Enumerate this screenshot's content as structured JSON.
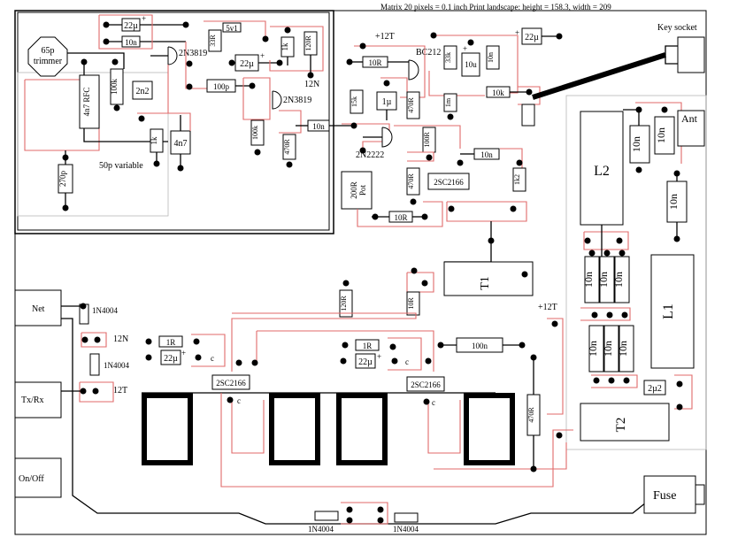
{
  "header": {
    "note": "Matrix 20 pixels = 0.1 inch      Print landscape: height = 158.3,  width = 209"
  },
  "labels": {
    "trimmer": [
      "65p",
      "trimmer"
    ],
    "variable": "50p variable",
    "key_socket": "Key socket",
    "ant": "Ant",
    "fuse": "Fuse",
    "net": "Net",
    "txrx": "Tx/Rx",
    "onoff": "On/Off",
    "supply_12t_a": "+12T",
    "supply_12t_b": "+12T",
    "supply_12n": "12N",
    "tap_12n": "12N",
    "tap_12t": "12T"
  },
  "components": {
    "c_22u_a": "22µ",
    "c_10n_a": "10n",
    "r_100k_a": "100k",
    "rfc": "4n7 RFC",
    "c_2n2": "2n2",
    "c_270p": "270p",
    "r_1k_a": "1k",
    "c_4n7": "4n7",
    "q_2n3819_a": "2N3819",
    "r_5v1": "5v1",
    "r_33r": "33R",
    "r_1k_b": "1k",
    "r_120r": "120R",
    "c_22u_b": "22µ",
    "c_100p": "100p",
    "q_2n3819_b": "2N3819",
    "r_100k_b": "100k",
    "r_470r_a": "470R",
    "c_10n_b": "10n",
    "r_10r_a": "10R",
    "q_bc212": "BC212",
    "r_33k": "33k",
    "c_10u": "10u",
    "c_10n_c": "10n",
    "c_22u_c": "22µ",
    "r_10k": "10k",
    "r_1m": "1m",
    "r_15k": "15k",
    "c_1u": "1µ",
    "r_470r_b": "470R",
    "r_100r_a": "100R",
    "q_2n2222": "2N2222",
    "c_10n_d": "10n",
    "r_470r_c": "470R",
    "q_2sc2166_a": "2SC2166",
    "r_1k2": "1k2",
    "pot": [
      "200R",
      "Pot"
    ],
    "r_10r_b": "10R",
    "l2": "L2",
    "c_10n_e": "10n",
    "c_10n_f": "10n",
    "c_10n_g": "10n",
    "t1": "T1",
    "r_120r_b": "120R",
    "r_10r_c": "10R",
    "c_10n_h": "10n",
    "c_10n_i": "10n",
    "c_10n_j": "10n",
    "l1": "L1",
    "d_1n4004_a": "1N4004",
    "d_1n4004_b": "1N4004",
    "r_1r_a": "1R",
    "c_22u_d": "22µ",
    "q_2sc2166_b": "2SC2166",
    "r_1r_b": "1R",
    "c_22u_e": "22µ",
    "q_2sc2166_c": "2SC2166",
    "c_100n": "100n",
    "r_470r_d": "470R",
    "c_10n_k": "10n",
    "c_10n_l": "10n",
    "c_10n_m": "10n",
    "c_2u2": "2µ2",
    "t2": "T2",
    "d_1n4004_c": "1N4004",
    "d_1n4004_d": "1N4004",
    "pin_c1": "c",
    "pin_c2": "c",
    "pin_c3": "c",
    "pin_c4": "c"
  },
  "colors": {
    "track": "#000000",
    "pcb_outline": "#e06a6a",
    "grid": "#b8b8b8"
  }
}
